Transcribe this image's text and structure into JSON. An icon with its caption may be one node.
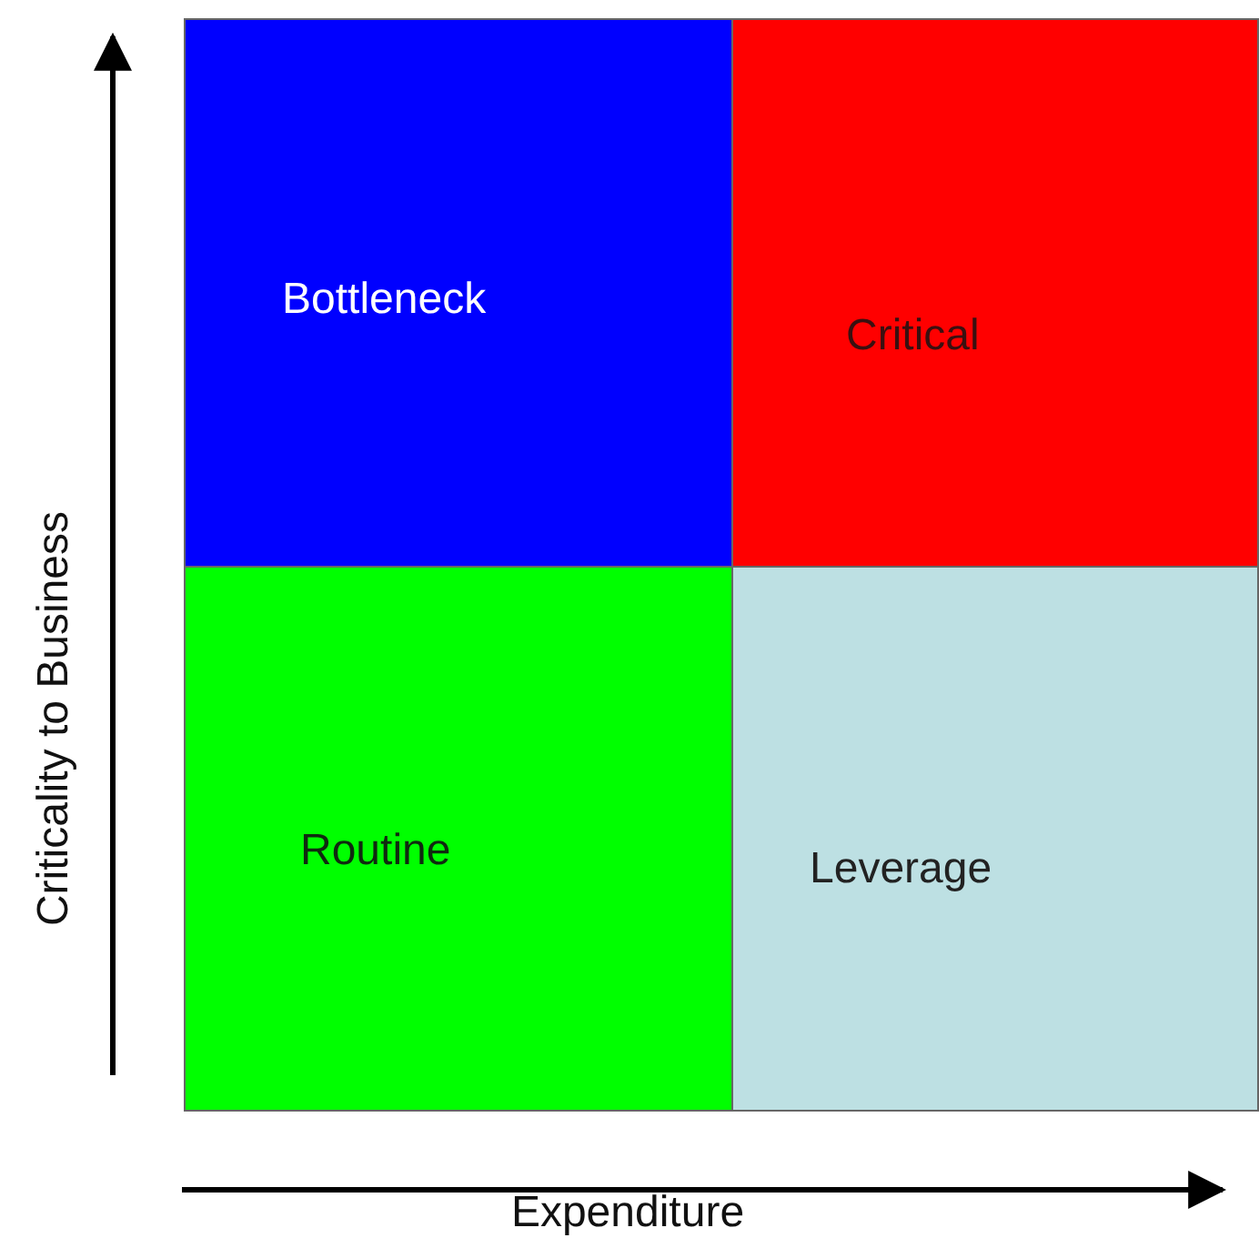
{
  "diagram": {
    "nodes": [
      {
        "text": [
          "Bottleneck"
        ]
      },
      {
        "text": [
          "Critical"
        ]
      },
      {
        "text": [
          "Routine"
        ]
      },
      {
        "text": [
          "Leverage"
        ]
      }
    ],
    "labels": [
      "Criticality to Business",
      "Expenditure"
    ]
  }
}
